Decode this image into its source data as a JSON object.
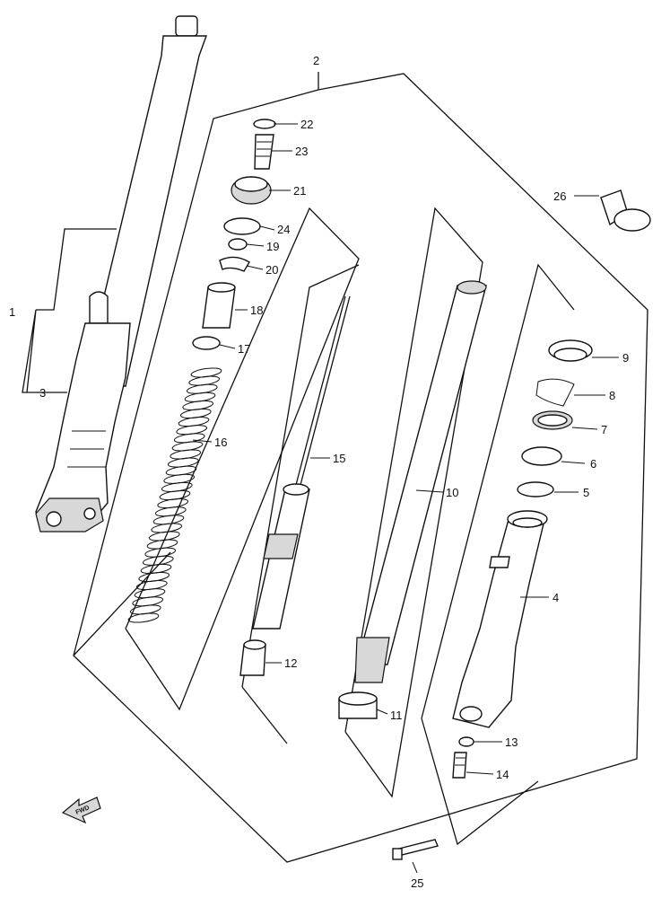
{
  "callouts": {
    "c1": "1",
    "c2": "2",
    "c3": "3",
    "c4": "4",
    "c5": "5",
    "c6": "6",
    "c7": "7",
    "c8": "8",
    "c9": "9",
    "c10": "10",
    "c11": "11",
    "c12": "12",
    "c13": "13",
    "c14": "14",
    "c15": "15",
    "c16": "16",
    "c17": "17",
    "c18": "18",
    "c19": "19",
    "c20": "20",
    "c21": "21",
    "c22": "22",
    "c23": "23",
    "c24": "24",
    "c25": "25",
    "c26": "26"
  },
  "front_indicator": {
    "text": "FWD",
    "icon": "front-arrow-icon"
  }
}
